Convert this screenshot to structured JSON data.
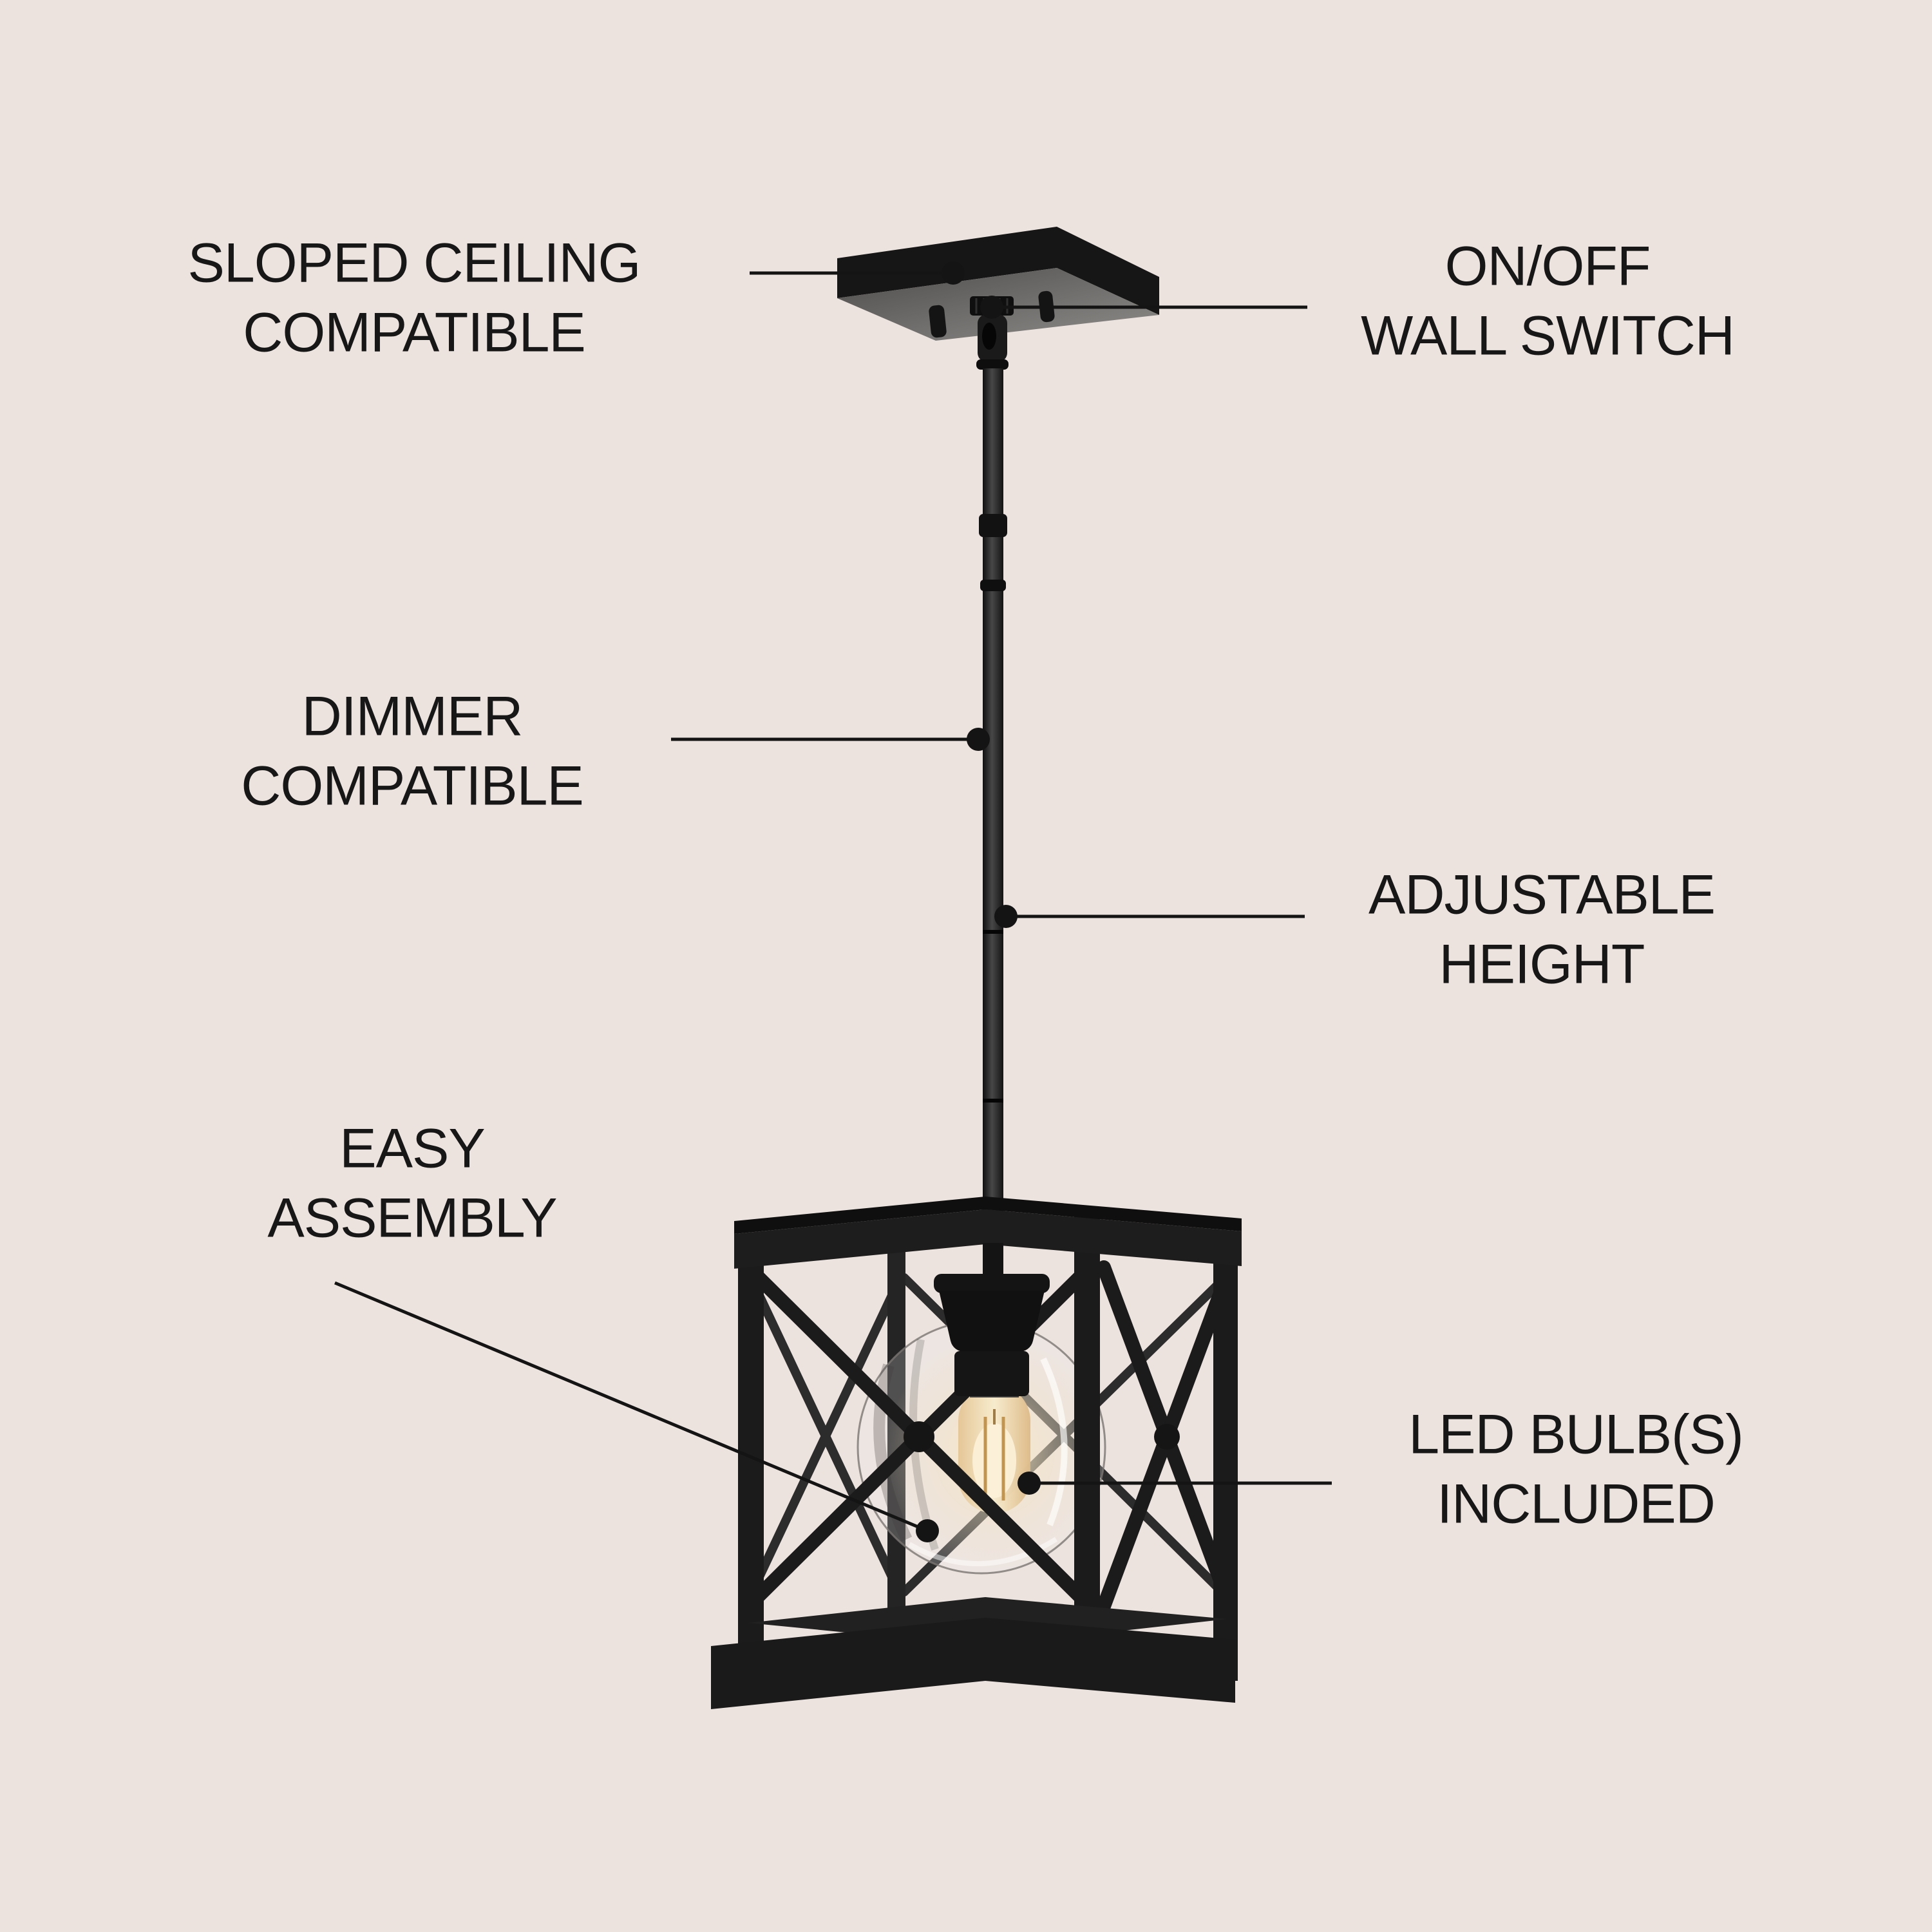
{
  "labels": [
    {
      "id": "sloped-ceiling",
      "line1": "SLOPED CEILING",
      "line2": "COMPATIBLE"
    },
    {
      "id": "on-off-wall-switch",
      "line1": "ON/OFF",
      "line2": "WALL SWITCH"
    },
    {
      "id": "dimmer-compatible",
      "line1": "DIMMER",
      "line2": "COMPATIBLE"
    },
    {
      "id": "adjustable-height",
      "line1": "ADJUSTABLE",
      "line2": "HEIGHT"
    },
    {
      "id": "easy-assembly",
      "line1": "EASY",
      "line2": "ASSEMBLY"
    },
    {
      "id": "led-bulbs-included",
      "line1": "LED BULB(S)",
      "line2": "INCLUDED"
    }
  ],
  "colors": {
    "background": "#ece3de",
    "label_text": "#171717",
    "callout_line": "#141414",
    "fixture_black": "#1a1a1a",
    "glass_tint": "#f2efec",
    "bulb_glow": "#f6dfae"
  }
}
